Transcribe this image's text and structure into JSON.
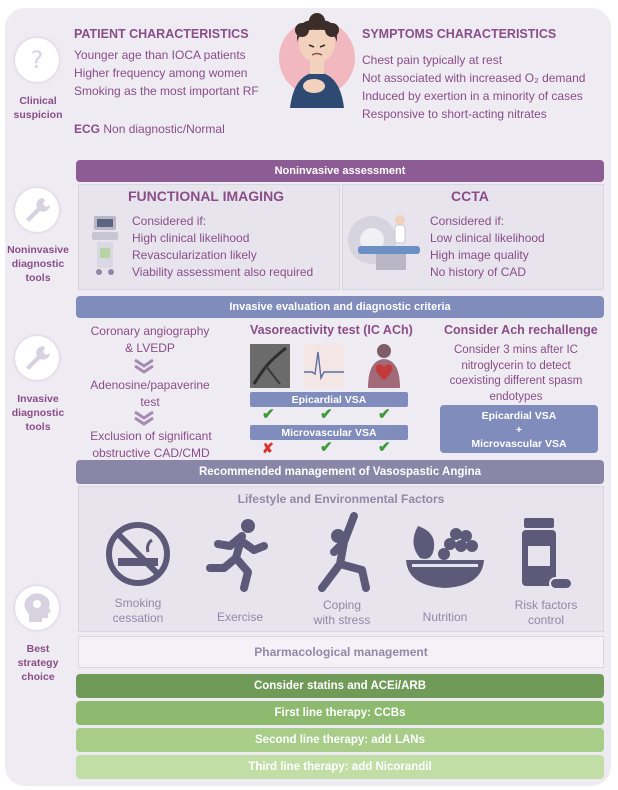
{
  "clinical": {
    "label": "Clinical\nsuspicion",
    "patient_title": "PATIENT CHARACTERISTICS",
    "patient_items": [
      "Younger age than IOCA patients",
      "Higher frequency among women",
      "Smoking as the most important RF"
    ],
    "ecg_label": "ECG",
    "ecg_text": "Non diagnostic/Normal",
    "symptoms_title": "SYMPTOMS CHARACTERISTICS",
    "symptoms_items": [
      "Chest pain typically at rest",
      "Not associated with increased O₂ demand",
      "Induced by exertion in a minority of cases",
      "Responsive to short-acting nitrates"
    ]
  },
  "noninvasive": {
    "label": "Noninvasive\ndiagnostic\ntools",
    "bar": "Noninvasive assessment",
    "functional_title": "FUNCTIONAL IMAGING",
    "functional_items": [
      "Considered if:",
      "High clinical likelihood",
      "Revascularization likely",
      "Viability assessment also required"
    ],
    "ccta_title": "CCTA",
    "ccta_items": [
      "Considered if:",
      "Low clinical likelihood",
      "High image quality",
      "No history of CAD"
    ]
  },
  "invasive": {
    "label": "Invasive\ndiagnostic\ntools",
    "bar": "Invasive evaluation and diagnostic criteria",
    "steps": [
      "Coronary angiography\n& LVEDP",
      "Adenosine/papaverine\ntest",
      "Exclusion of significant\nobstructive CAD/CMD"
    ],
    "vaso_title": "Vasoreactivity test (IC ACh)",
    "epicardial": "Epicardial VSA",
    "microvascular": "Microvascular VSA",
    "epicardial_marks": [
      "✔",
      "✔",
      "✔"
    ],
    "microvascular_marks": [
      "✘",
      "✔",
      "✔"
    ],
    "rechallenge_title": "Consider Ach rechallenge",
    "rechallenge_text": "Consider 3 mins after IC\nnitroglycerin to detect\ncoexisting different spasm\nendotypes",
    "combo_1": "Epicardial VSA",
    "combo_plus": "+",
    "combo_2": "Microvascular VSA"
  },
  "management": {
    "label": "Best\nstrategy\nchoice",
    "bar": "Recommended management of  Vasospastic Angina",
    "lifestyle_title": "Lifestyle and Environmental Factors",
    "lifestyle_items": [
      {
        "label": "Smoking\ncessation",
        "icon": "no-smoking-icon"
      },
      {
        "label": "Exercise",
        "icon": "running-person-icon"
      },
      {
        "label": "Coping\nwith stress",
        "icon": "yoga-pose-icon"
      },
      {
        "label": "Nutrition",
        "icon": "fruit-bowl-icon"
      },
      {
        "label": "Risk factors\ncontrol",
        "icon": "pill-bottle-icon"
      }
    ],
    "pharma_title": "Pharmacological management",
    "pharma_steps": [
      "Consider statins and ACEi/ARB",
      "First line therapy: CCBs",
      "Second line therapy: add LANs",
      "Third line therapy: add Nicorandil"
    ]
  },
  "colors": {
    "accent": "#8a4e87",
    "bar_purple": "#8d5c95",
    "bar_blue": "#7f8cbc",
    "green1": "#6f9a57",
    "green2": "#8dba6e",
    "green3": "#a7cd89",
    "green4": "#c2dea7"
  }
}
